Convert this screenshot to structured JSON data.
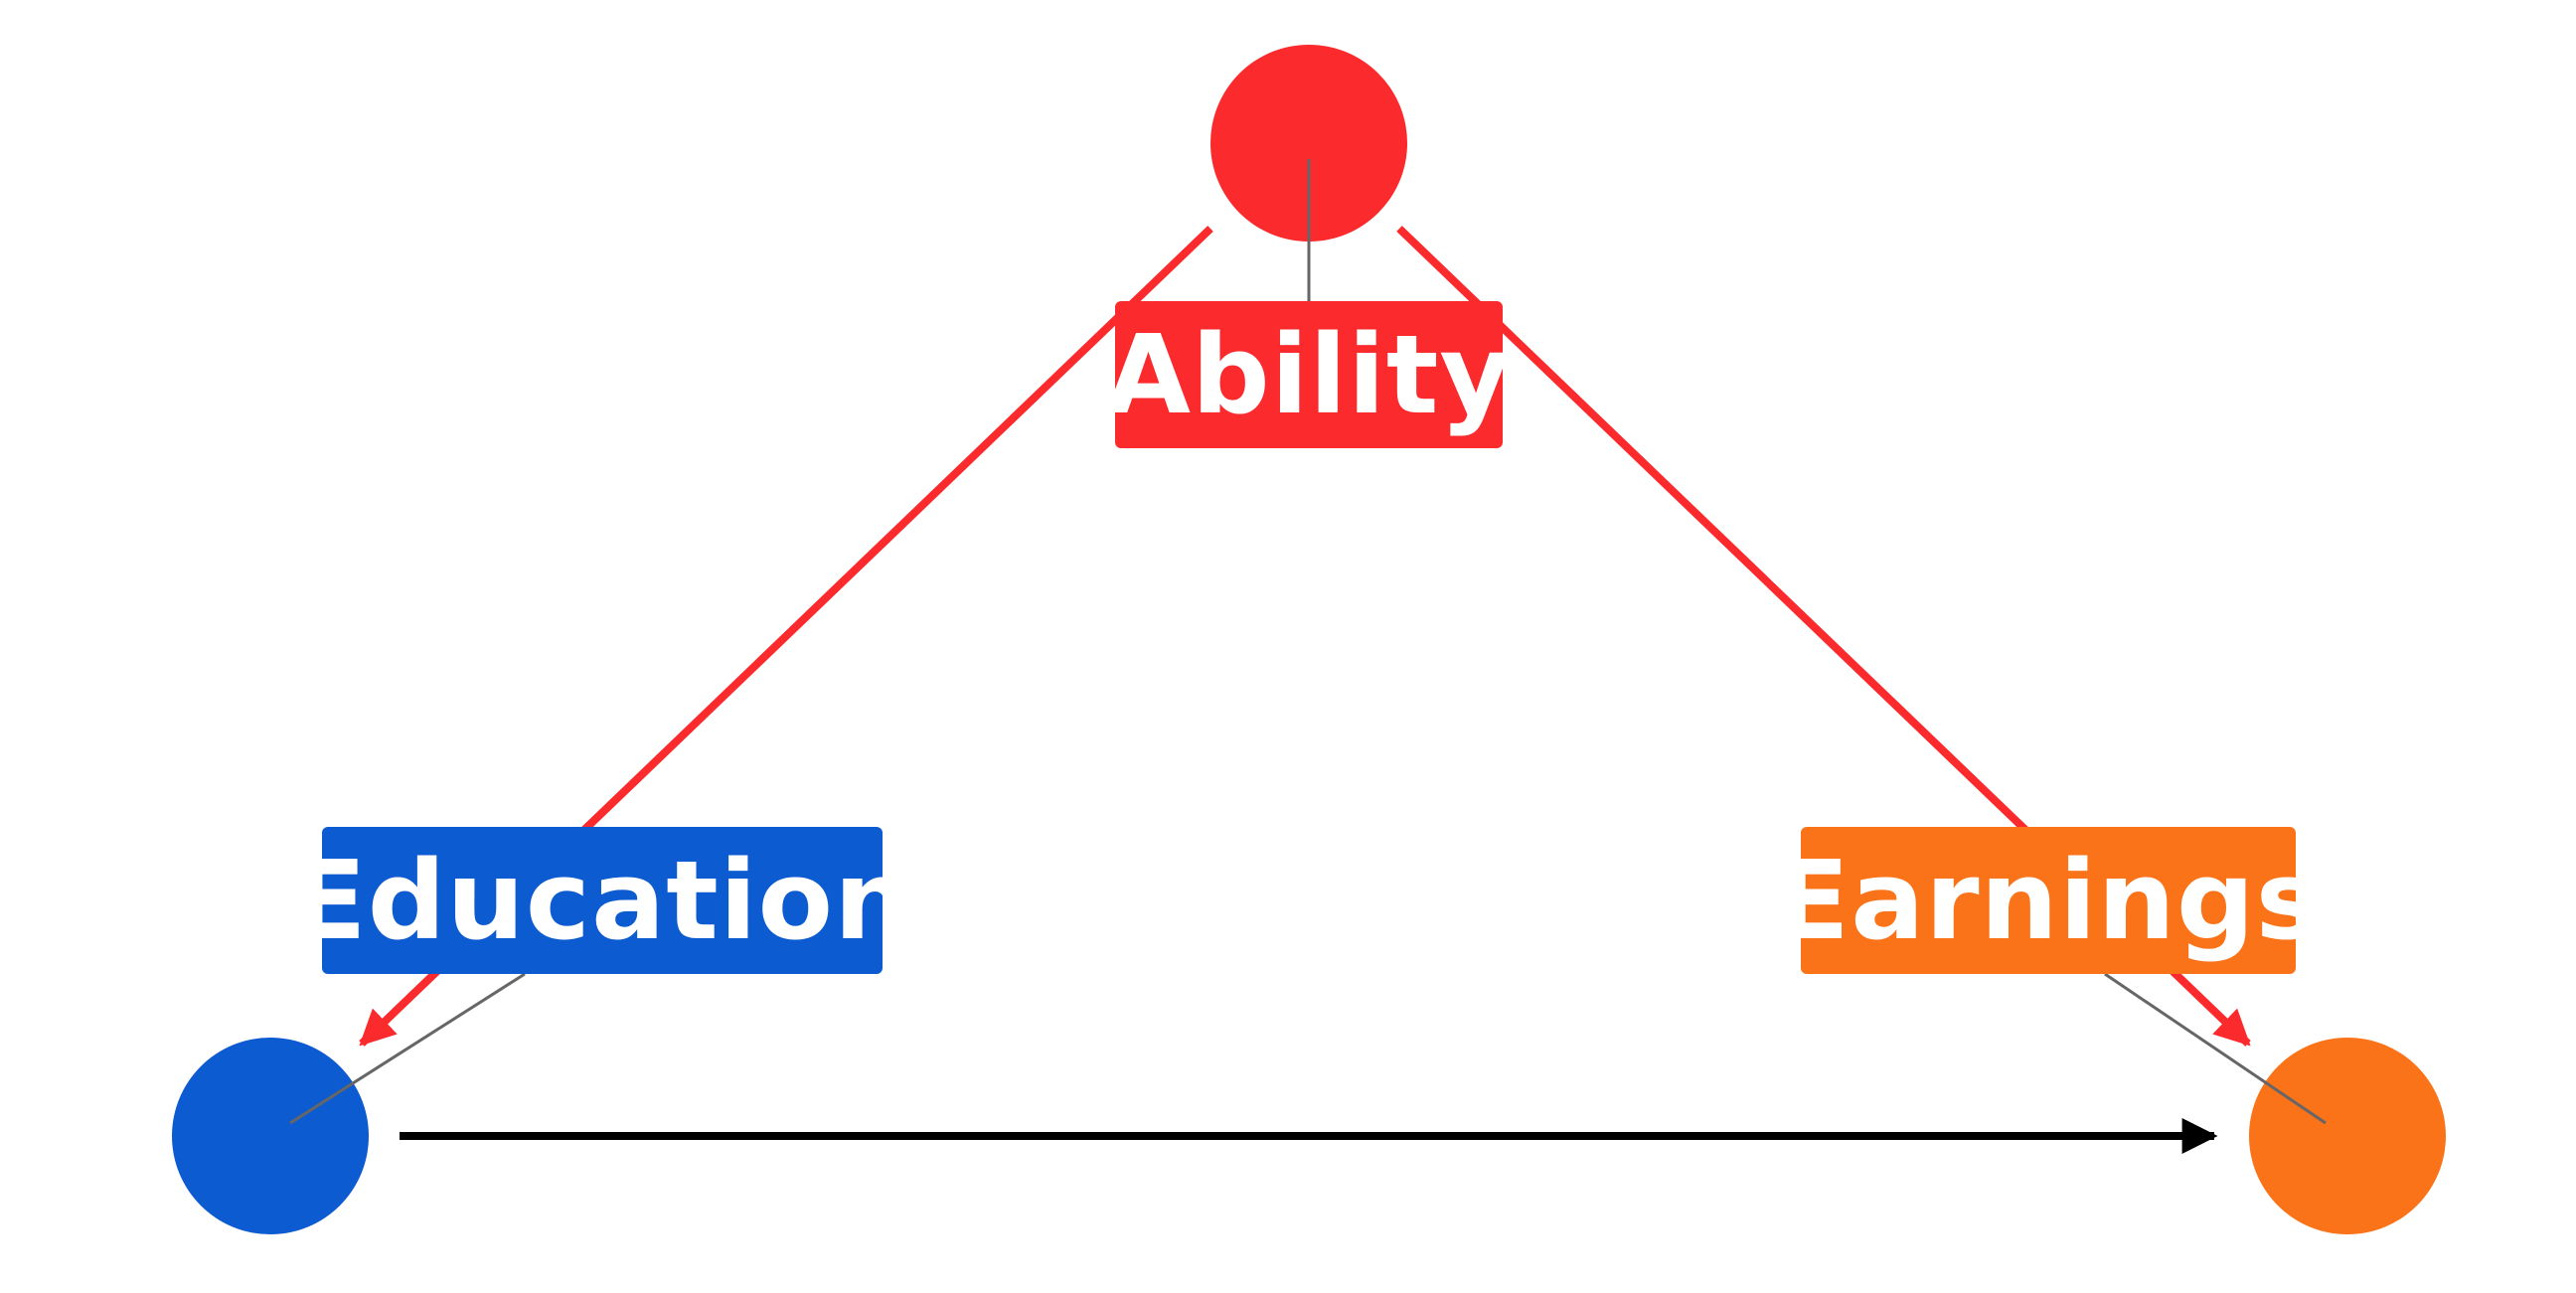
{
  "nodes": {
    "ability": {
      "label": "Ability",
      "color": "#fb2a2d"
    },
    "education": {
      "label": "Education",
      "color": "#0d5bd0"
    },
    "earnings": {
      "label": "Earnings",
      "color": "#fb7319"
    }
  },
  "edges": [
    {
      "from": "ability",
      "to": "education",
      "color": "#fb2a2d"
    },
    {
      "from": "ability",
      "to": "earnings",
      "color": "#fb2a2d"
    },
    {
      "from": "education",
      "to": "earnings",
      "color": "#000000"
    }
  ],
  "leader_line_color": "#666666"
}
